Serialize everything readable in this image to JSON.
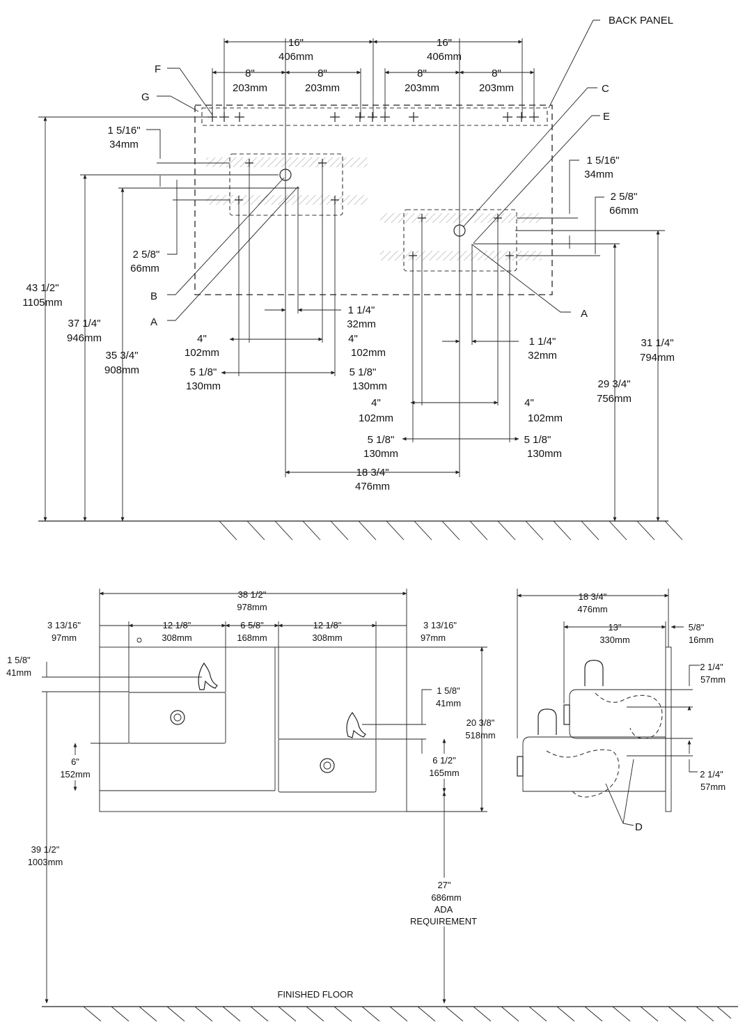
{
  "labels": {
    "back_panel": "BACK PANEL",
    "F": "F",
    "G": "G",
    "C": "C",
    "E": "E",
    "B": "B",
    "A_left": "A",
    "A_right": "A",
    "D": "D",
    "finished_floor": "FINISHED FLOOR",
    "ada_line1": "ADA",
    "ada_line2": "REQUIREMENT"
  },
  "dims": {
    "top16_a": "16\"",
    "top16_a_mm": "406mm",
    "top16_b": "16\"",
    "top16_b_mm": "406mm",
    "top8_a": "8\"",
    "top8_a_mm": "203mm",
    "top8_b": "8\"",
    "top8_b_mm": "203mm",
    "top8_c": "8\"",
    "top8_c_mm": "203mm",
    "top8_d": "8\"",
    "top8_d_mm": "203mm",
    "l_1_5_16": "1 5/16\"",
    "l_1_5_16_mm": "34mm",
    "l_2_5_8": "2 5/8\"",
    "l_2_5_8_mm": "66mm",
    "r_1_5_16": "1 5/16\"",
    "r_1_5_16_mm": "34mm",
    "r_2_5_8": "2 5/8\"",
    "r_2_5_8_mm": "66mm",
    "h_43_1_2": "43 1/2\"",
    "h_43_1_2_mm": "1105mm",
    "h_37_1_4": "37 1/4\"",
    "h_37_1_4_mm": "946mm",
    "h_35_3_4": "35 3/4\"",
    "h_35_3_4_mm": "908mm",
    "h_31_1_4": "31 1/4\"",
    "h_31_1_4_mm": "794mm",
    "h_29_3_4": "29 3/4\"",
    "h_29_3_4_mm": "756mm",
    "l_1_1_4": "1 1/4\"",
    "l_1_1_4_mm": "32mm",
    "l_4_a": "4\"",
    "l_4_a_mm": "102mm",
    "l_4_b": "4\"",
    "l_4_b_mm": "102mm",
    "l_5_1_8_a": "5 1/8\"",
    "l_5_1_8_a_mm": "130mm",
    "l_5_1_8_b": "5 1/8\"",
    "l_5_1_8_b_mm": "130mm",
    "r_1_1_4": "1 1/4\"",
    "r_1_1_4_mm": "32mm",
    "r_4_a": "4\"",
    "r_4_a_mm": "102mm",
    "r_4_b": "4\"",
    "r_4_b_mm": "102mm",
    "r_5_1_8_a": "5 1/8\"",
    "r_5_1_8_a_mm": "130mm",
    "r_5_1_8_b": "5 1/8\"",
    "r_5_1_8_b_mm": "130mm",
    "c_18_3_4": "18 3/4\"",
    "c_18_3_4_mm": "476mm",
    "f_38_1_2": "38 1/2\"",
    "f_38_1_2_mm": "978mm",
    "f_3_13_16_a": "3 13/16\"",
    "f_3_13_16_a_mm": "97mm",
    "f_12_1_8_a": "12 1/8\"",
    "f_12_1_8_a_mm": "308mm",
    "f_6_5_8": "6 5/8\"",
    "f_6_5_8_mm": "168mm",
    "f_12_1_8_b": "12 1/8\"",
    "f_12_1_8_b_mm": "308mm",
    "f_3_13_16_b": "3 13/16\"",
    "f_3_13_16_b_mm": "97mm",
    "f_1_5_8_a": "1 5/8\"",
    "f_1_5_8_a_mm": "41mm",
    "f_1_5_8_b": "1 5/8\"",
    "f_1_5_8_b_mm": "41mm",
    "f_20_3_8": "20 3/8\"",
    "f_20_3_8_mm": "518mm",
    "f_6": "6\"",
    "f_6_mm": "152mm",
    "f_6_1_2": "6 1/2\"",
    "f_6_1_2_mm": "165mm",
    "f_39_1_2": "39 1/2\"",
    "f_39_1_2_mm": "1003mm",
    "f_27": "27\"",
    "f_27_mm": "686mm",
    "s_18_3_4": "18 3/4\"",
    "s_18_3_4_mm": "476mm",
    "s_13": "13\"",
    "s_13_mm": "330mm",
    "s_5_8": "5/8\"",
    "s_5_8_mm": "16mm",
    "s_2_1_4_a": "2 1/4\"",
    "s_2_1_4_a_mm": "57mm",
    "s_2_1_4_b": "2 1/4\"",
    "s_2_1_4_b_mm": "57mm"
  }
}
